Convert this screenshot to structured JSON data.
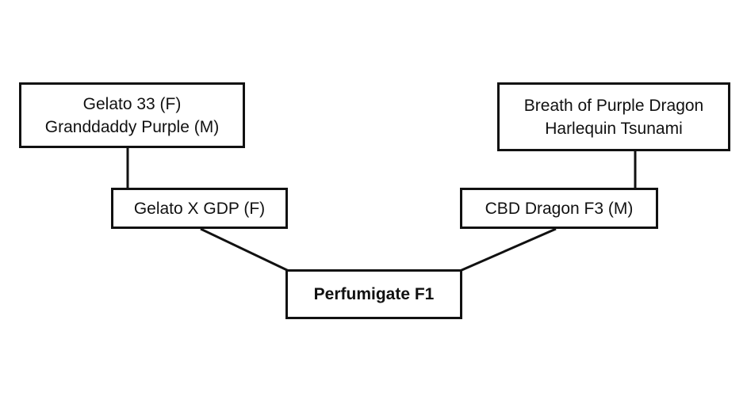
{
  "diagram": {
    "nodes": [
      {
        "id": "gp-left",
        "name": "node-grandparents-left",
        "lines": [
          "Gelato 33 (F)",
          "Granddaddy Purple (M)"
        ]
      },
      {
        "id": "gp-right",
        "name": "node-grandparents-right",
        "lines": [
          "Breath of Purple Dragon",
          "Harlequin Tsunami"
        ]
      },
      {
        "id": "p-left",
        "name": "node-parent-left",
        "lines": [
          "Gelato X GDP (F)"
        ]
      },
      {
        "id": "p-right",
        "name": "node-parent-right",
        "lines": [
          "CBD Dragon F3 (M)"
        ]
      },
      {
        "id": "child",
        "name": "node-child",
        "lines": [
          "Perfumigate F1"
        ]
      }
    ],
    "edges": [
      {
        "from": "gp-left",
        "to": "p-left"
      },
      {
        "from": "gp-right",
        "to": "p-right"
      },
      {
        "from": "p-left",
        "to": "child"
      },
      {
        "from": "p-right",
        "to": "child"
      }
    ],
    "colors": {
      "line": "#111111",
      "text": "#111111",
      "background": "#ffffff"
    }
  }
}
